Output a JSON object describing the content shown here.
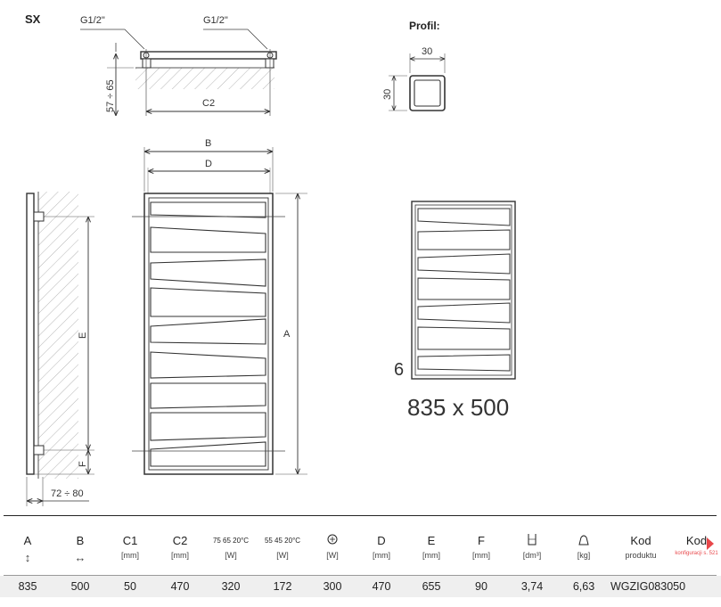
{
  "model": "SX",
  "top_view": {
    "connector_left": "G1/2\"",
    "connector_right": "G1/2\"",
    "depth_range": "57 ÷ 65",
    "c2_label": "C2"
  },
  "profile": {
    "title": "Profil:",
    "width": "30",
    "height": "30"
  },
  "front_view": {
    "b_label": "B",
    "d_label": "D",
    "a_label": "A"
  },
  "side_view": {
    "e_label": "E",
    "f_label": "F",
    "wall_distance": "72 ÷ 80"
  },
  "small_view": {
    "count": "6",
    "size": "835 x 500"
  },
  "table": {
    "headers": [
      {
        "name": "A",
        "sub": "↕"
      },
      {
        "name": "B",
        "sub": "↔"
      },
      {
        "name": "C1",
        "sub": "[mm]"
      },
      {
        "name": "C2",
        "sub": "[mm]"
      },
      {
        "name": "75 65 20°C",
        "sub": "[W]"
      },
      {
        "name": "55 45 20°C",
        "sub": "[W]"
      },
      {
        "name": "",
        "sub": "[W]"
      },
      {
        "name": "D",
        "sub": "[mm]"
      },
      {
        "name": "E",
        "sub": "[mm]"
      },
      {
        "name": "F",
        "sub": "[mm]"
      },
      {
        "name": "",
        "sub": "[dm³]"
      },
      {
        "name": "",
        "sub": "[kg]"
      },
      {
        "name": "Kod",
        "sub": "produktu"
      },
      {
        "name": "Kod",
        "sub": "konfiguracji s. 521"
      }
    ],
    "row": [
      "835",
      "500",
      "50",
      "470",
      "320",
      "172",
      "300",
      "470",
      "655",
      "90",
      "3,74",
      "6,63",
      "WGZIG083050",
      ""
    ]
  }
}
